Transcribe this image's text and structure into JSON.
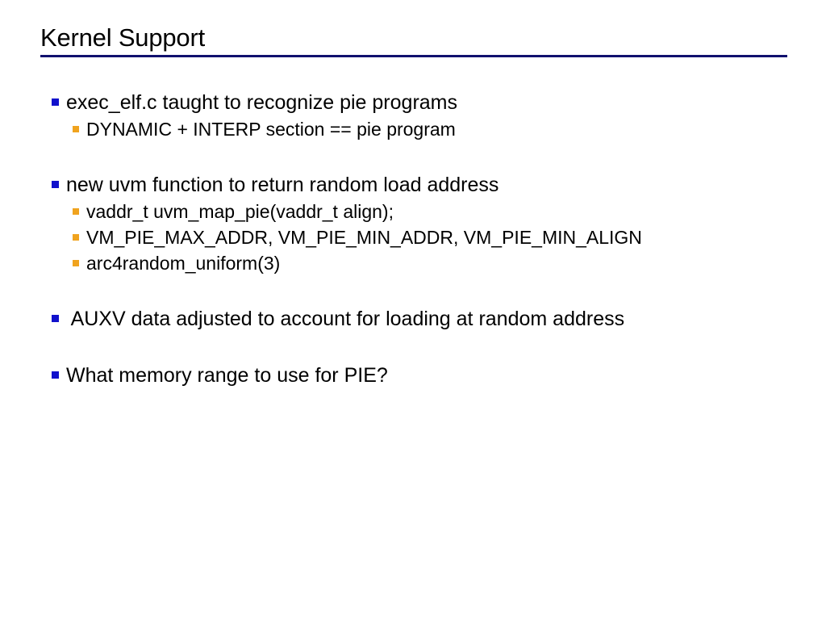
{
  "slide": {
    "title": "Kernel Support",
    "accent_rule_color": "#10106e",
    "level1_bullet_color": "#1111cc",
    "level2_bullet_color": "#f0a31e",
    "background_color": "#ffffff",
    "text_color": "#000000",
    "groups": [
      {
        "items": [
          {
            "level": 1,
            "text": "exec_elf.c taught to recognize pie programs"
          },
          {
            "level": 2,
            "text": "DYNAMIC + INTERP section == pie program"
          }
        ]
      },
      {
        "items": [
          {
            "level": 1,
            "text": "new uvm function to return random load address"
          },
          {
            "level": 2,
            "text": "vaddr_t uvm_map_pie(vaddr_t align);"
          },
          {
            "level": 2,
            "text": "VM_PIE_MAX_ADDR, VM_PIE_MIN_ADDR, VM_PIE_MIN_ALIGN"
          },
          {
            "level": 2,
            "text": "arc4random_uniform(3)"
          }
        ]
      },
      {
        "items": [
          {
            "level": 1,
            "text": " AUXV data adjusted to account for loading at random address"
          }
        ]
      },
      {
        "items": [
          {
            "level": 1,
            "text": "What memory range to use for PIE?"
          }
        ]
      }
    ]
  }
}
